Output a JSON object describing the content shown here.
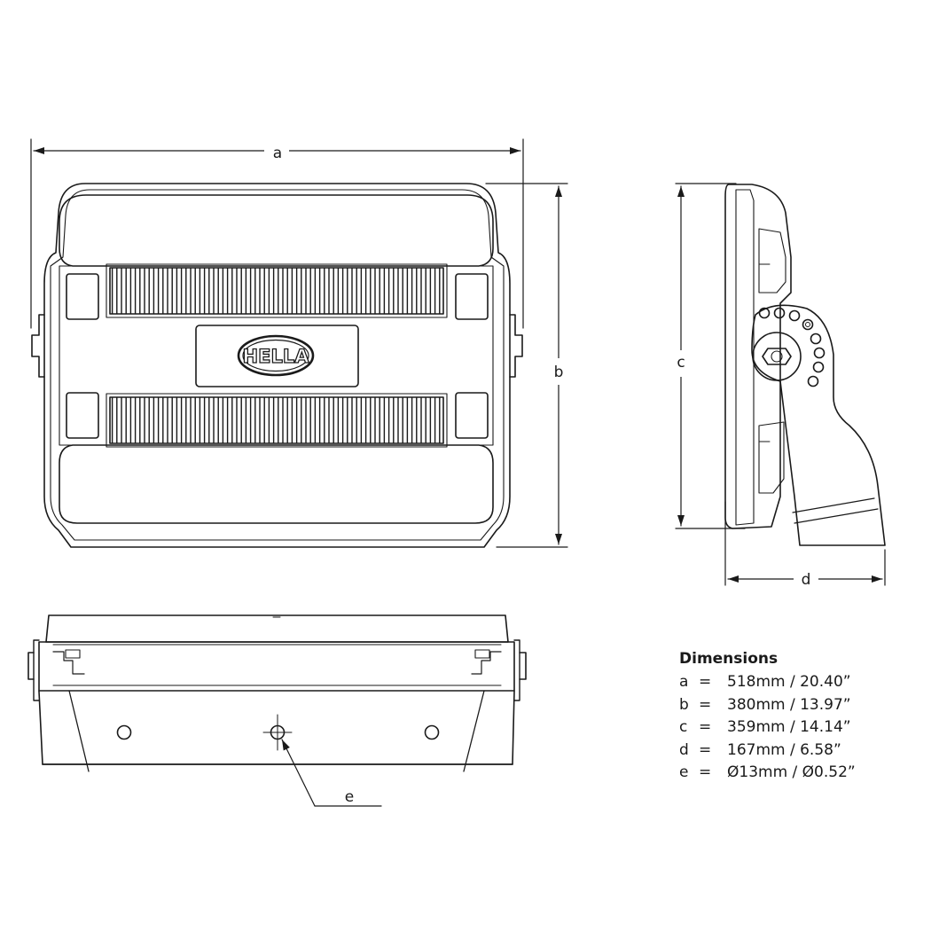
{
  "logo": {
    "text": "HELLA"
  },
  "drawing_labels": {
    "a": "a",
    "b": "b",
    "c": "c",
    "d": "d",
    "e": "e"
  },
  "dimensions": {
    "title": "Dimensions",
    "rows": [
      {
        "key": "a",
        "eq": "=",
        "value": "518mm / 20.40”"
      },
      {
        "key": "b",
        "eq": "=",
        "value": "380mm / 13.97”"
      },
      {
        "key": "c",
        "eq": "=",
        "value": "359mm / 14.14”"
      },
      {
        "key": "d",
        "eq": "=",
        "value": "167mm / 6.58”"
      },
      {
        "key": "e",
        "eq": "=",
        "value": "Ø13mm / Ø0.52”"
      }
    ]
  }
}
